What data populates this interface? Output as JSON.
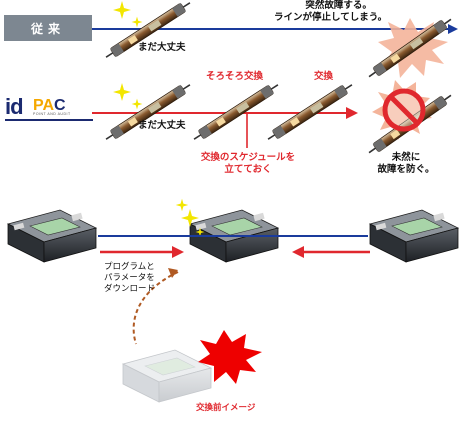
{
  "badges": {
    "old": "従来",
    "idpac": {
      "id": "id",
      "pac_p": "P",
      "pac_a": "A",
      "pac_c": "C",
      "sub": "POINT AND AUDIT"
    }
  },
  "row1": {
    "still_ok": "まだ大丈夫",
    "failure_line1": "突然故障する。",
    "failure_line2": "ラインが停止してしまう。"
  },
  "row2": {
    "still_ok": "まだ大丈夫",
    "soon": "そろそろ交換",
    "replace": "交換",
    "schedule_line1": "交換のスケジュールを",
    "schedule_line2": "立てておく",
    "prevent_line1": "未然に",
    "prevent_line2": "故障を防ぐ。"
  },
  "lower": {
    "download_line1": "プログラムと",
    "download_line2": "パラメータを",
    "download_line3": "ダウンロード",
    "before_image": "交換前イメージ"
  },
  "colors": {
    "blue": "#1a3b9c",
    "red": "#e0282e",
    "orange": "#b05a23",
    "sparkle": "#f3e600",
    "burst": "#f4b49a",
    "burst_red": "#ee0000"
  }
}
